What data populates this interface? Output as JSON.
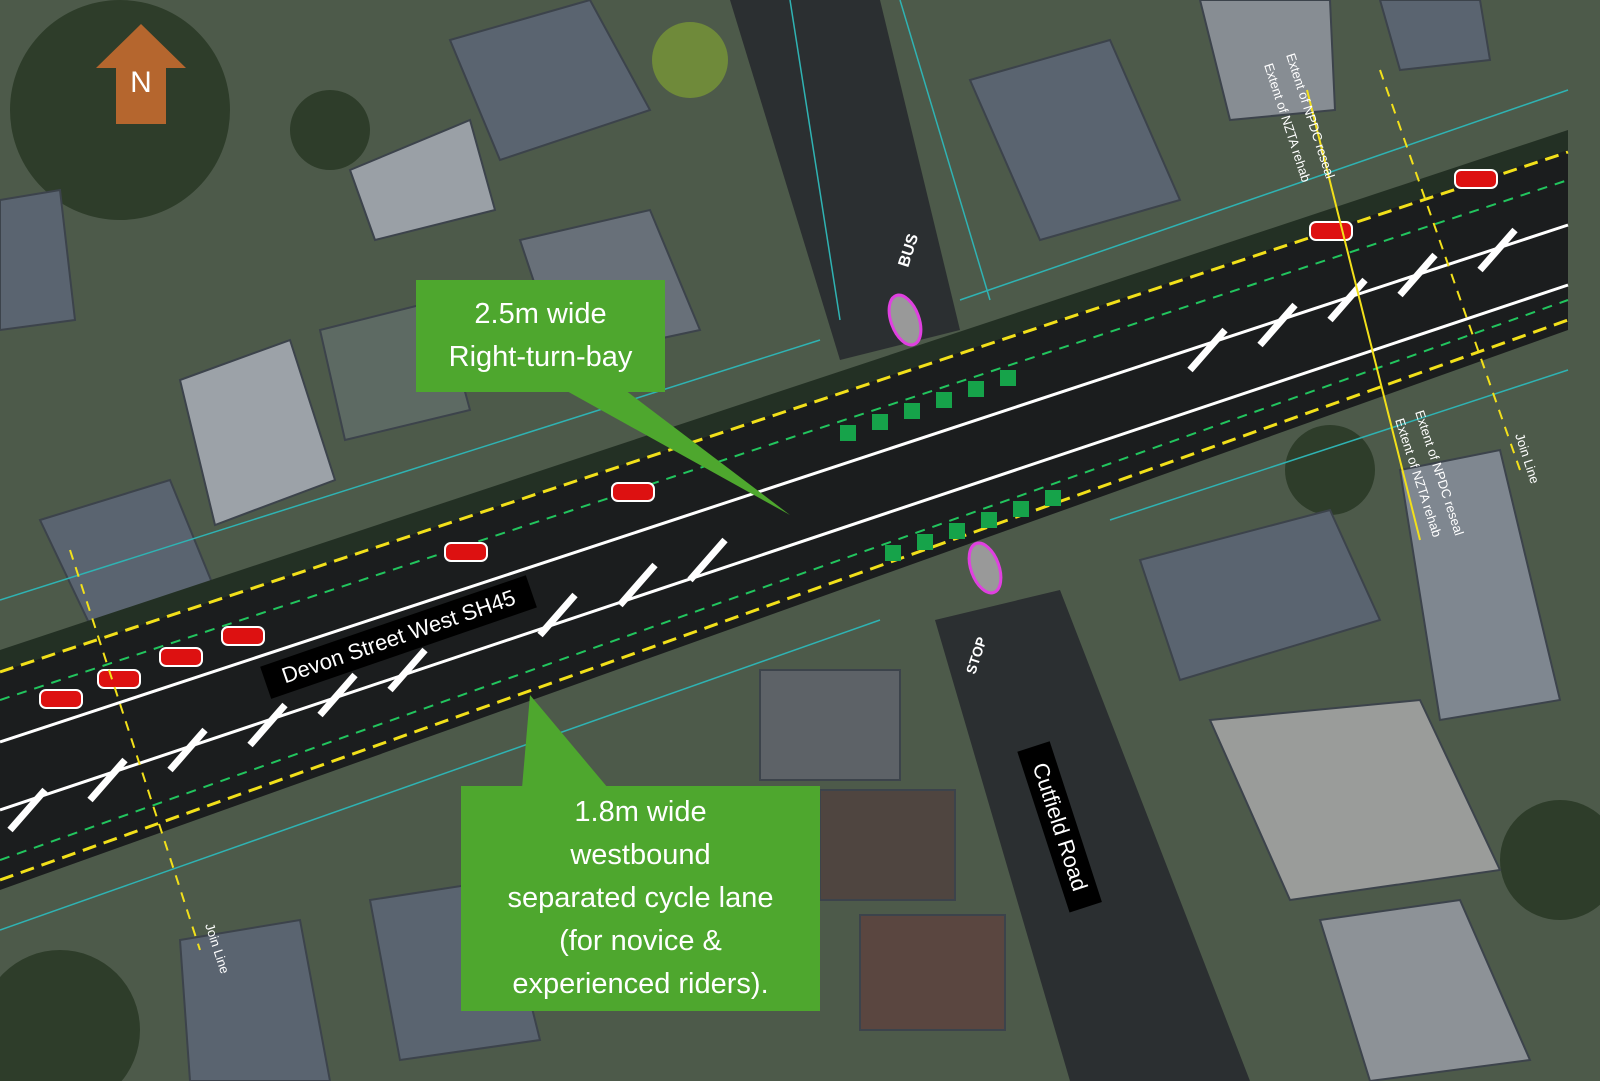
{
  "north_arrow": {
    "label": "N",
    "color": "#b5662e"
  },
  "callouts": {
    "right_turn_bay": {
      "line1": "2.5m wide",
      "line2": "Right-turn-bay"
    },
    "cycle_lane": {
      "line1": "1.8m wide",
      "line2": "westbound",
      "line3": "separated cycle lane",
      "line4": "(for novice &",
      "line5": "experienced riders)."
    }
  },
  "streets": {
    "main": "Devon Street West SH45",
    "side": "Cutfield Road"
  },
  "annotations": {
    "npdc_reseal": "Extent of NPDC reseal",
    "nzta_rehab": "Extent of NZTA rehab",
    "join_line": "Join Line",
    "stop": "STOP",
    "bus": "BUS"
  },
  "colors": {
    "callout": "#4ea72e",
    "cycle_green": "#16a34a",
    "boundary": "#2fb3b3",
    "extent_line": "#f2e01a"
  }
}
